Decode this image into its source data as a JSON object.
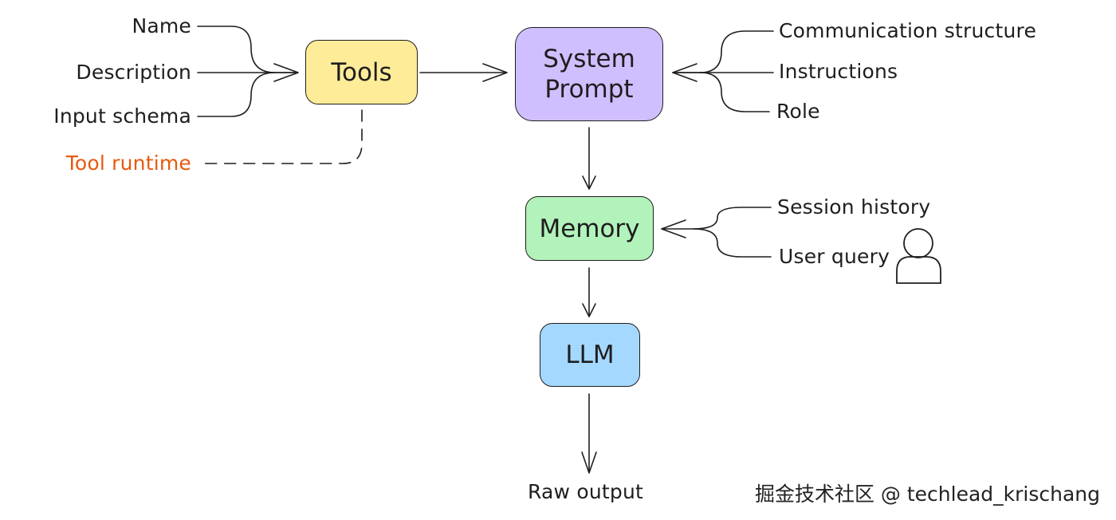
{
  "nodes": {
    "tools": "Tools",
    "system_prompt_line1": "System",
    "system_prompt_line2": "Prompt",
    "memory": "Memory",
    "llm": "LLM"
  },
  "tool_inputs": [
    "Name",
    "Description",
    "Input schema"
  ],
  "tool_runtime": "Tool runtime",
  "system_prompt_inputs": [
    "Communication structure",
    "Instructions",
    "Role"
  ],
  "memory_inputs": [
    "Session history",
    "User query"
  ],
  "output": "Raw output",
  "watermark": "掘金技术社区 @ techlead_krischang",
  "colors": {
    "tools": "#ffec99",
    "system_prompt": "#d0bfff",
    "memory": "#b2f2bb",
    "llm": "#a5d8ff",
    "tool_runtime": "#e8590c"
  },
  "icons": [
    "user-icon"
  ]
}
